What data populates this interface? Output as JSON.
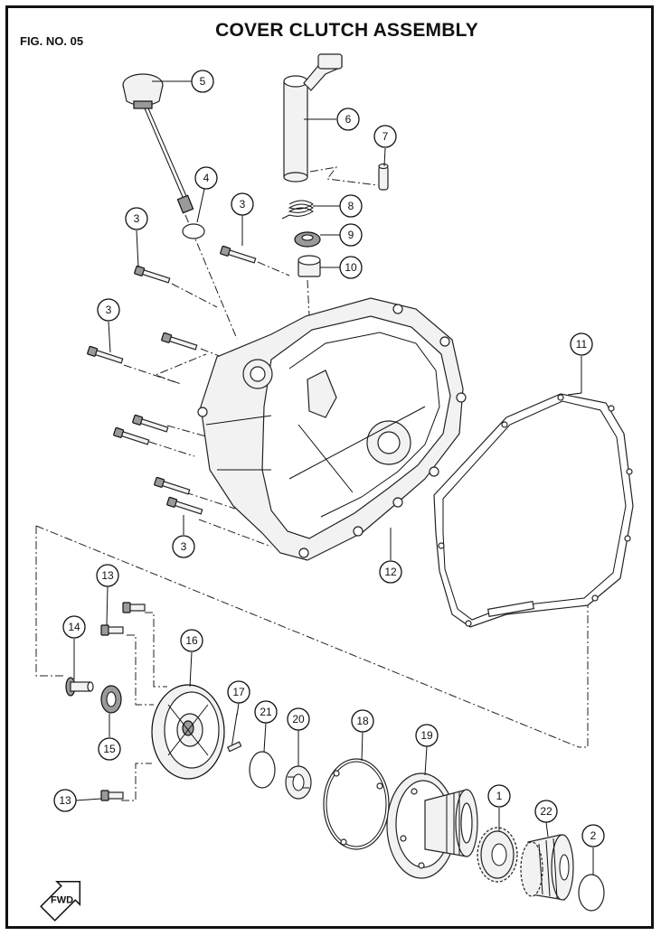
{
  "header": {
    "fig_no": "FIG. NO. 05",
    "title": "COVER CLUTCH ASSEMBLY"
  },
  "callouts": [
    "5",
    "6",
    "7",
    "4",
    "3",
    "8",
    "9",
    "3",
    "10",
    "3",
    "11",
    "12",
    "3",
    "13",
    "14",
    "16",
    "15",
    "17",
    "21",
    "20",
    "18",
    "19",
    "13",
    "1",
    "22",
    "2"
  ],
  "fwd_label": "FWD"
}
